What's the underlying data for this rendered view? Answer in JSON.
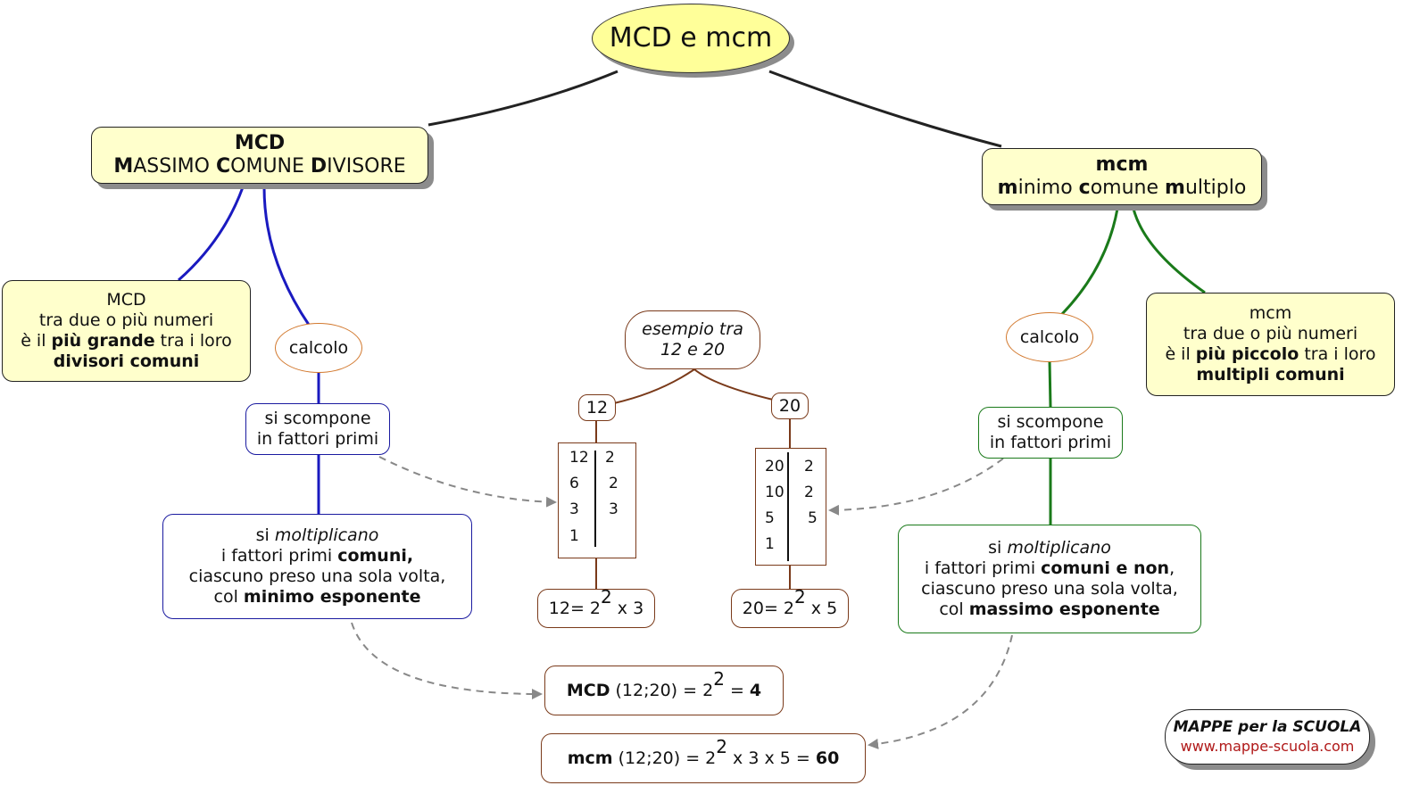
{
  "title": "MCD e mcm",
  "colors": {
    "mcd_branch": "#1a1ac0",
    "mcm_branch": "#1a7a1a",
    "example": "#7a3a1a",
    "concept_fill": "#ffffcc",
    "title_fill": "#ffff99",
    "calcolo_border": "#d2782d",
    "arrow": "#888888",
    "logo_url": "#b01818"
  },
  "mcd": {
    "heading": "MCD",
    "subtitle": [
      {
        "t": "M",
        "b": true
      },
      {
        "t": "ASSIMO ",
        "b": false
      },
      {
        "t": "C",
        "b": true
      },
      {
        "t": "OMUNE ",
        "b": false
      },
      {
        "t": "D",
        "b": true
      },
      {
        "t": "IVISORE",
        "b": false
      }
    ],
    "definition": {
      "line1": "MCD",
      "line2": "tra due o più numeri",
      "line3_pre": "è il ",
      "line3_bold": "più grande",
      "line3_post": " tra i loro",
      "line4_bold": "divisori comuni"
    },
    "calcolo": "calcolo",
    "step1": {
      "line1": "si scompone",
      "line2": "in fattori primi"
    },
    "step2": {
      "line1_pre": "si ",
      "line1_italic": "moltiplicano",
      "line2_pre": "i fattori primi ",
      "line2_bold": "comuni,",
      "line3": "ciascuno preso una sola volta,",
      "line4_pre": "col ",
      "line4_bold": "minimo esponente"
    }
  },
  "mcm": {
    "heading": "mcm",
    "subtitle": [
      {
        "t": "m",
        "b": true
      },
      {
        "t": "inimo ",
        "b": false
      },
      {
        "t": "c",
        "b": true
      },
      {
        "t": "omune ",
        "b": false
      },
      {
        "t": "m",
        "b": true
      },
      {
        "t": "ultiplo",
        "b": false
      }
    ],
    "definition": {
      "line1": "mcm",
      "line2": "tra due o più numeri",
      "line3_pre": "è il ",
      "line3_bold": "più piccolo",
      "line3_post": " tra i loro",
      "line4_bold": "multipli comuni"
    },
    "calcolo": "calcolo",
    "step1": {
      "line1": "si scompone",
      "line2": "in fattori primi"
    },
    "step2": {
      "line1_pre": "si ",
      "line1_italic": "moltiplicano",
      "line2_pre": "i fattori primi ",
      "line2_bold": "comuni e non",
      "line2_post": ",",
      "line3": "ciascuno preso una sola volta,",
      "line4_pre": "col ",
      "line4_bold": "massimo esponente"
    }
  },
  "example": {
    "label_line1": "esempio tra",
    "label_line2": "12 e 20",
    "numbers": [
      {
        "value": "12",
        "factorization": [
          [
            "12",
            "2"
          ],
          [
            "6",
            "2"
          ],
          [
            "3",
            "3"
          ],
          [
            "1",
            ""
          ]
        ],
        "result_pre": "12= 2",
        "result_exp": "2",
        "result_post": " x 3"
      },
      {
        "value": "20",
        "factorization": [
          [
            "20",
            "2"
          ],
          [
            "10",
            "2"
          ],
          [
            "5",
            "5"
          ],
          [
            "1",
            ""
          ]
        ],
        "result_pre": "20= 2",
        "result_exp": "2",
        "result_post": " x 5"
      }
    ],
    "mcd_result": {
      "label": "MCD",
      "args": " (12;20) = 2",
      "exp": "2",
      "post": " = ",
      "value": "4"
    },
    "mcm_result": {
      "label": "mcm",
      "args": " (12;20) = 2",
      "exp": "2",
      "post": " x 3 x 5 = ",
      "value": "60"
    }
  },
  "logo": {
    "line1": "MAPPE per la SCUOLA",
    "line2": "www.mappe-scuola.com"
  }
}
